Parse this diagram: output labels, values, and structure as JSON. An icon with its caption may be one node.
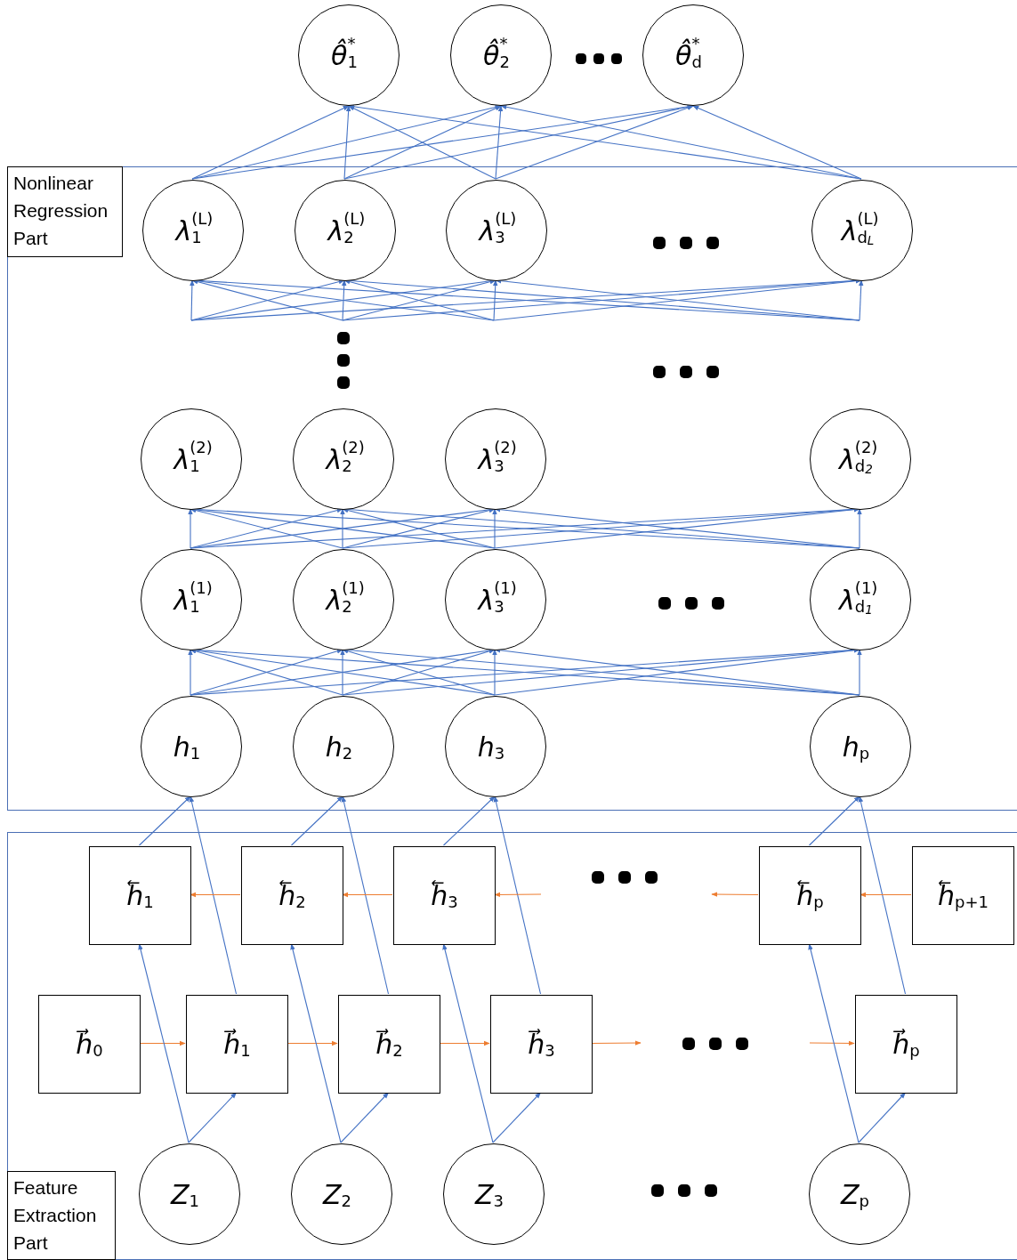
{
  "diagram": {
    "nodes": [
      {
        "text": [],
        "shape": "box"
      },
      {
        "text": [],
        "shape": "box"
      },
      {
        "text": [
          "θ̂$^{*}$$_{1}$"
        ]
      },
      {
        "text": [
          "θ̂$^{*}$$_{2}$"
        ]
      },
      {
        "text": [
          "θ̂$^{*}$$_{d}$"
        ]
      },
      {
        "text": [
          "λ$^{(L)}$$_{1}$"
        ],
        "in": 0
      },
      {
        "text": [
          "λ$^{(L)}$$_{2}$"
        ],
        "in": 0
      },
      {
        "text": [
          "λ$^{(L)}$$_{3}$"
        ],
        "in": 0
      },
      {
        "text": [
          "λ$^{(L)}$$_{d}$$_{L}$"
        ],
        "in": 0
      },
      {
        "text": [
          "λ$^{(2)}$$_{1}$"
        ],
        "in": 0
      },
      {
        "text": [
          "λ$^{(2)}$$_{2}$"
        ],
        "in": 0
      },
      {
        "text": [
          "λ$^{(2)}$$_{3}$"
        ],
        "in": 0
      },
      {
        "text": [
          "λ$^{(2)}$$_{d}$$_{2}$"
        ],
        "in": 0
      },
      {
        "text": [
          "λ$^{(1)}$$_{1}$"
        ],
        "in": 0
      },
      {
        "text": [
          "λ$^{(1)}$$_{2}$"
        ],
        "in": 0
      },
      {
        "text": [
          "λ$^{(1)}$$_{3}$"
        ],
        "in": 0
      },
      {
        "text": [
          "λ$^{(1)}$$_{d}$$_{1}$"
        ],
        "in": 0
      },
      {
        "text": [
          "h$_{1}$"
        ],
        "in": 0
      },
      {
        "text": [
          "h$_{2}$"
        ],
        "in": 0
      },
      {
        "text": [
          "h$_{3}$"
        ],
        "in": 0
      },
      {
        "text": [
          "h$_{p}$"
        ],
        "in": 0
      },
      {
        "text": [
          "h⃖$_{1}$"
        ],
        "in": 1
      },
      {
        "text": [
          "h⃖$_{2}$"
        ],
        "in": 1
      },
      {
        "text": [
          "h⃖$_{3}$"
        ],
        "in": 1
      },
      {
        "text": [
          "h⃖$_{p}$"
        ],
        "in": 1
      },
      {
        "text": [
          "h⃖$_{p+1}$"
        ],
        "in": 1
      },
      {
        "text": [
          "h⃗$_{0}$"
        ],
        "in": 1
      },
      {
        "text": [
          "h⃗$_{1}$"
        ],
        "in": 1
      },
      {
        "text": [
          "h⃗$_{2}$"
        ],
        "in": 1
      },
      {
        "text": [
          "h⃗$_{3}$"
        ],
        "in": 1
      },
      {
        "text": [
          "h⃗$_{p}$"
        ],
        "in": 1
      },
      {
        "text": [
          "Z$_{1}$"
        ],
        "in": 1
      },
      {
        "text": [
          "Z$_{2}$"
        ],
        "in": 1
      },
      {
        "text": [
          "Z$_{3}$"
        ],
        "in": 1
      },
      {
        "text": [
          "Z$_{p}$"
        ],
        "in": 1
      },
      {
        "text": [
          "Nonlinear Regression Part"
        ],
        "in": 0
      },
      {
        "text": [
          "Feature Extraction Part"
        ],
        "in": 1
      }
    ],
    "edges": [
      {
        "from": 5,
        "to": 2,
        "arrow": "to"
      },
      {
        "from": 5,
        "to": 3,
        "arrow": "to"
      },
      {
        "from": 5,
        "to": 4,
        "arrow": "to"
      },
      {
        "from": 6,
        "to": 2,
        "arrow": "to"
      },
      {
        "from": 6,
        "to": 3,
        "arrow": "to"
      },
      {
        "from": 6,
        "to": 4,
        "arrow": "to"
      },
      {
        "from": 7,
        "to": 2,
        "arrow": "to"
      },
      {
        "from": 7,
        "to": 3,
        "arrow": "to"
      },
      {
        "from": 7,
        "to": 4,
        "arrow": "to"
      },
      {
        "from": 8,
        "to": 2,
        "arrow": "to"
      },
      {
        "from": 8,
        "to": 3,
        "arrow": "to"
      },
      {
        "from": 8,
        "to": 4,
        "arrow": "to"
      },
      {
        "from": null,
        "to": 5,
        "arrow": "to"
      },
      {
        "from": null,
        "to": 6,
        "arrow": "to"
      },
      {
        "from": null,
        "to": 7,
        "arrow": "to"
      },
      {
        "from": null,
        "to": 8,
        "arrow": "to"
      },
      {
        "from": null,
        "to": 5,
        "arrow": "to"
      },
      {
        "from": null,
        "to": 6,
        "arrow": "to"
      },
      {
        "from": null,
        "to": 7,
        "arrow": "to"
      },
      {
        "from": null,
        "to": 8,
        "arrow": "to"
      },
      {
        "from": null,
        "to": 5,
        "arrow": "to"
      },
      {
        "from": null,
        "to": 6,
        "arrow": "to"
      },
      {
        "from": null,
        "to": 7,
        "arrow": "to"
      },
      {
        "from": null,
        "to": 8,
        "arrow": "to"
      },
      {
        "from": null,
        "to": 5,
        "arrow": "to"
      },
      {
        "from": null,
        "to": 6,
        "arrow": "to"
      },
      {
        "from": null,
        "to": 7,
        "arrow": "to"
      },
      {
        "from": null,
        "to": 8,
        "arrow": "to"
      },
      {
        "from": 13,
        "to": 9,
        "arrow": "to"
      },
      {
        "from": 13,
        "to": 10,
        "arrow": "to"
      },
      {
        "from": 13,
        "to": 11,
        "arrow": "to"
      },
      {
        "from": 13,
        "to": 12,
        "arrow": "to"
      },
      {
        "from": 14,
        "to": 9,
        "arrow": "to"
      },
      {
        "from": 14,
        "to": 10,
        "arrow": "to"
      },
      {
        "from": 14,
        "to": 11,
        "arrow": "to"
      },
      {
        "from": 14,
        "to": 12,
        "arrow": "to"
      },
      {
        "from": 15,
        "to": 9,
        "arrow": "to"
      },
      {
        "from": 15,
        "to": 10,
        "arrow": "to"
      },
      {
        "from": 15,
        "to": 11,
        "arrow": "to"
      },
      {
        "from": 15,
        "to": 12,
        "arrow": "to"
      },
      {
        "from": 16,
        "to": 9,
        "arrow": "to"
      },
      {
        "from": 16,
        "to": 10,
        "arrow": "to"
      },
      {
        "from": 16,
        "to": 11,
        "arrow": "to"
      },
      {
        "from": 16,
        "to": 12,
        "arrow": "to"
      },
      {
        "from": 17,
        "to": 13,
        "arrow": "to"
      },
      {
        "from": 17,
        "to": 14,
        "arrow": "to"
      },
      {
        "from": 17,
        "to": 15,
        "arrow": "to"
      },
      {
        "from": 17,
        "to": 16,
        "arrow": "to"
      },
      {
        "from": 18,
        "to": 13,
        "arrow": "to"
      },
      {
        "from": 18,
        "to": 14,
        "arrow": "to"
      },
      {
        "from": 18,
        "to": 15,
        "arrow": "to"
      },
      {
        "from": 18,
        "to": 16,
        "arrow": "to"
      },
      {
        "from": 19,
        "to": 13,
        "arrow": "to"
      },
      {
        "from": 19,
        "to": 14,
        "arrow": "to"
      },
      {
        "from": 19,
        "to": 15,
        "arrow": "to"
      },
      {
        "from": 19,
        "to": 16,
        "arrow": "to"
      },
      {
        "from": 20,
        "to": 13,
        "arrow": "to"
      },
      {
        "from": 20,
        "to": 14,
        "arrow": "to"
      },
      {
        "from": 20,
        "to": 15,
        "arrow": "to"
      },
      {
        "from": 20,
        "to": 16,
        "arrow": "to"
      },
      {
        "from": 21,
        "to": 17,
        "arrow": "to"
      },
      {
        "from": 27,
        "to": 17,
        "arrow": "to"
      },
      {
        "from": 22,
        "to": 18,
        "arrow": "to"
      },
      {
        "from": 28,
        "to": 18,
        "arrow": "to"
      },
      {
        "from": 23,
        "to": 19,
        "arrow": "to"
      },
      {
        "from": 29,
        "to": 19,
        "arrow": "to"
      },
      {
        "from": 24,
        "to": 20,
        "arrow": "to"
      },
      {
        "from": 30,
        "to": 20,
        "arrow": "to"
      },
      {
        "from": 22,
        "to": 21,
        "arrow": "to",
        "color": "#ed7d31"
      },
      {
        "from": 23,
        "to": 22,
        "arrow": "to",
        "color": "#ed7d31"
      },
      {
        "from": null,
        "to": 23,
        "arrow": "to",
        "color": "#ed7d31"
      },
      {
        "from": 24,
        "to": null,
        "arrow": "to",
        "color": "#ed7d31"
      },
      {
        "from": 25,
        "to": 24,
        "arrow": "to",
        "color": "#ed7d31"
      },
      {
        "from": 26,
        "to": 27,
        "arrow": "to",
        "color": "#ed7d31"
      },
      {
        "from": 27,
        "to": 28,
        "arrow": "to",
        "color": "#ed7d31"
      },
      {
        "from": 28,
        "to": 29,
        "arrow": "to",
        "color": "#ed7d31"
      },
      {
        "from": 29,
        "to": null,
        "arrow": "to",
        "color": "#ed7d31"
      },
      {
        "from": null,
        "to": 30,
        "arrow": "to",
        "color": "#ed7d31"
      },
      {
        "from": 31,
        "to": 21,
        "arrow": "to"
      },
      {
        "from": 31,
        "to": 27,
        "arrow": "to"
      },
      {
        "from": 32,
        "to": 22,
        "arrow": "to"
      },
      {
        "from": 32,
        "to": 28,
        "arrow": "to"
      },
      {
        "from": 33,
        "to": 23,
        "arrow": "to"
      },
      {
        "from": 33,
        "to": 29,
        "arrow": "to"
      },
      {
        "from": 34,
        "to": 24,
        "arrow": "to"
      },
      {
        "from": 34,
        "to": 30,
        "arrow": "to"
      }
    ]
  }
}
